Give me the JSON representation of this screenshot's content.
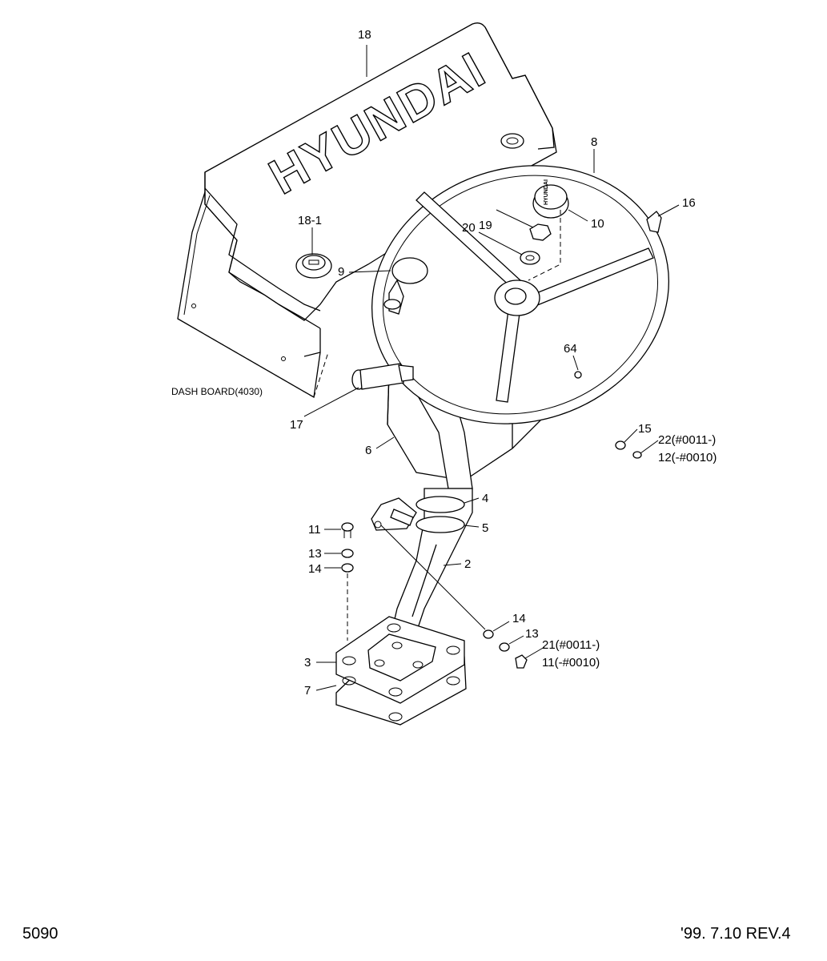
{
  "brand_logo": "HYUNDAI",
  "cap_text": "HYUNDAI",
  "labels": {
    "p18": "18",
    "p18_1": "18-1",
    "p8": "8",
    "p16": "16",
    "p19": "19",
    "p10": "10",
    "p20": "20",
    "p9": "9",
    "p64": "64",
    "dash_board": "DASH BOARD(4030)",
    "p17": "17",
    "p15": "15",
    "p22": "22(#0011-)",
    "p12": "12(-#0010)",
    "p6": "6",
    "p4": "4",
    "p5": "5",
    "p11a": "11",
    "p13a": "13",
    "p14a": "14",
    "p2": "2",
    "p14b": "14",
    "p13b": "13",
    "p21": "21(#0011-)",
    "p11b": "11(-#0010)",
    "p3": "3",
    "p7": "7"
  },
  "footer": {
    "page_number": "5090",
    "revision": "'99. 7.10  REV.4"
  }
}
